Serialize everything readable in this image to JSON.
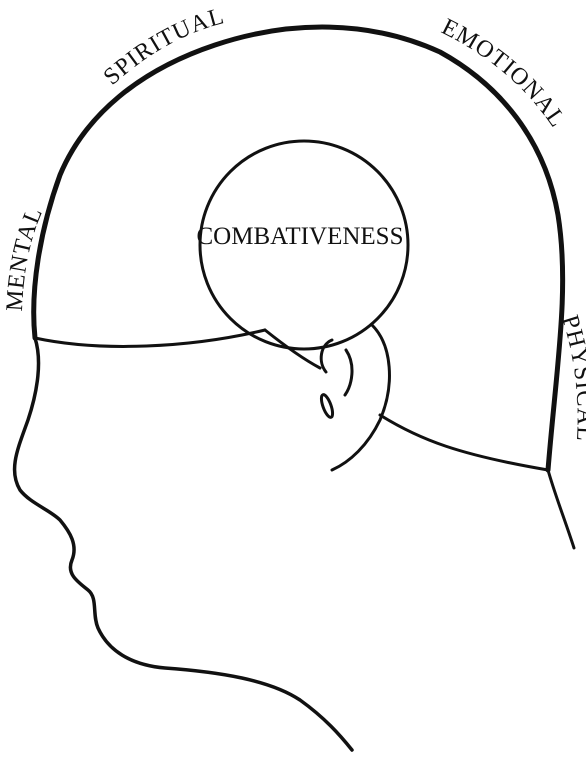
{
  "diagram": {
    "labels": {
      "spiritual": "SPIRITUAL",
      "emotional": "EMOTIONAL",
      "mental": "MENTAL",
      "physical": "PHYSICAL",
      "center": "COMBATIVENESS"
    },
    "colors": {
      "ink": "#111111",
      "background": "#ffffff"
    }
  }
}
